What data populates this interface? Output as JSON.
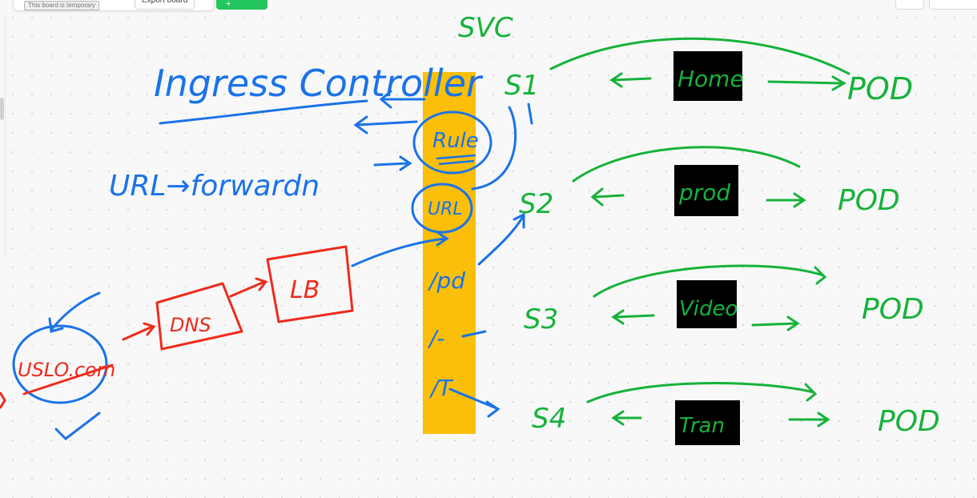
{
  "toolbar": {
    "temporary_label": "This board is temporary",
    "export_label": "Export board",
    "add_label": "+"
  },
  "colors": {
    "blue": "#1a73e8",
    "green": "#16b23a",
    "red": "#ee2b1d",
    "ingress_bar": "#fbbf0a",
    "box_fill": "#000000"
  },
  "sketch": {
    "svc_label": "SVC",
    "ingress_title": "Ingress Controller",
    "url_forwarding": "URL→forwardn",
    "rule_label": "Rule",
    "url_label": "URL",
    "path_prod": "/pd",
    "path_root": "/-",
    "path_t": "/T",
    "client_label": "USLO.com",
    "dns_label": "DNS",
    "lb_label": "LB",
    "services": [
      {
        "label": "S1",
        "box": "Home",
        "pod": "POD"
      },
      {
        "label": "S2",
        "box": "prod",
        "pod": "POD"
      },
      {
        "label": "S3",
        "box": "Video",
        "pod": "POD"
      },
      {
        "label": "S4",
        "box": "Tran",
        "pod": "POD"
      }
    ]
  }
}
